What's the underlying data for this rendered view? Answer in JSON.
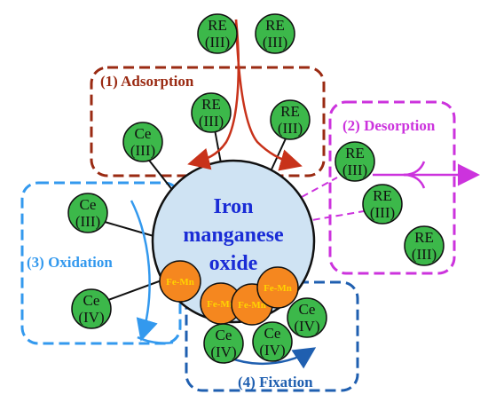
{
  "center": {
    "lines": [
      "Iron",
      "manganese",
      "oxide"
    ]
  },
  "steps": {
    "adsorption": "(1) Adsorption",
    "desorption": "(2) Desorption",
    "oxidation": "(3) Oxidation",
    "fixation": "(4) Fixation"
  },
  "ions": {
    "re_top_left": [
      "RE",
      "(III)"
    ],
    "re_top_right": [
      "RE",
      "(III)"
    ],
    "re_adsorbed_1": [
      "RE",
      "(III)"
    ],
    "re_adsorbed_2": [
      "RE",
      "(III)"
    ],
    "ce3_adsorbed": [
      "Ce",
      "(III)"
    ],
    "re_desorbed_1": [
      "RE",
      "(III)"
    ],
    "re_desorbed_2": [
      "RE",
      "(III)"
    ],
    "re_desorbed_3": [
      "RE",
      "(III)"
    ],
    "ce3_oxidation": [
      "Ce",
      "(III)"
    ],
    "ce4_oxidation": [
      "Ce",
      "(IV)"
    ],
    "ce4_fix_1": [
      "Ce",
      "(IV)"
    ],
    "ce4_fix_2": [
      "Ce",
      "(IV)"
    ],
    "ce4_fix_3": [
      "Ce",
      "(IV)"
    ]
  },
  "femn": {
    "left": "Fe-Mn",
    "middle_left": "Fe-Mn",
    "middle": "Fe-Mn",
    "right": "Fe-Mn"
  },
  "colors": {
    "adsorption": "#9a2a12",
    "desorption": "#cc33dd",
    "oxidation": "#3399ee",
    "fixation": "#1f5fb0",
    "ion_fill": "#3cb84a",
    "core_fill": "#cfe3f3",
    "femn_fill": "#f5871f",
    "center_text": "#1a2cd6"
  }
}
